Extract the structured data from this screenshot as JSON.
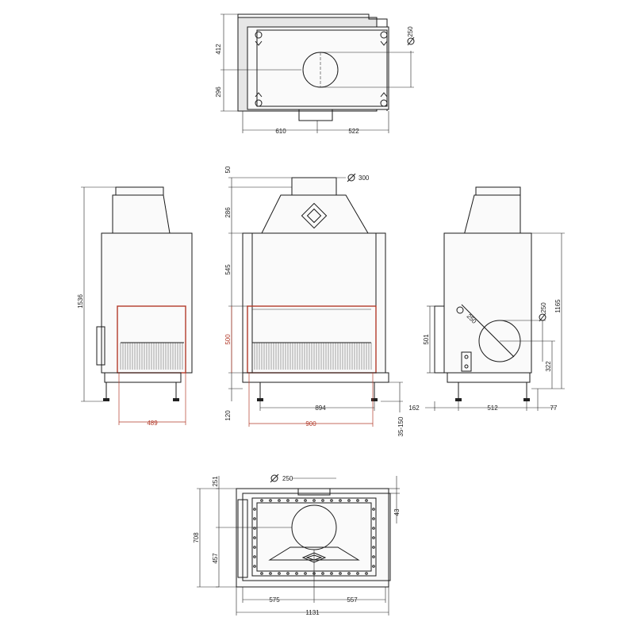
{
  "top_view": {
    "dims": {
      "d412": "412",
      "d296": "296",
      "d250": "250",
      "d610": "610",
      "d522": "522"
    }
  },
  "front_view": {
    "dims": {
      "d50": "50",
      "d300": "300",
      "d286": "286",
      "d545": "545",
      "d500": "500",
      "d120": "120",
      "d894": "894",
      "d900": "900",
      "d35_150": "35-150"
    }
  },
  "left_view": {
    "dims": {
      "d1536": "1536",
      "d489": "489"
    }
  },
  "right_view": {
    "dims": {
      "d1165": "1165",
      "d250a": "250",
      "d250b": "250",
      "d501": "501",
      "d322": "322",
      "d162": "162",
      "d512": "512",
      "d77": "77"
    }
  },
  "bottom_view": {
    "dims": {
      "d250": "250",
      "d251": "251",
      "d43": "43",
      "d708": "708",
      "d457": "457",
      "d575": "575",
      "d557": "557",
      "d1131": "1131"
    }
  },
  "colors": {
    "line": "#1a1a1a",
    "accent": "#b23a2a"
  },
  "icons": {
    "diameter": "diameter-symbol"
  }
}
